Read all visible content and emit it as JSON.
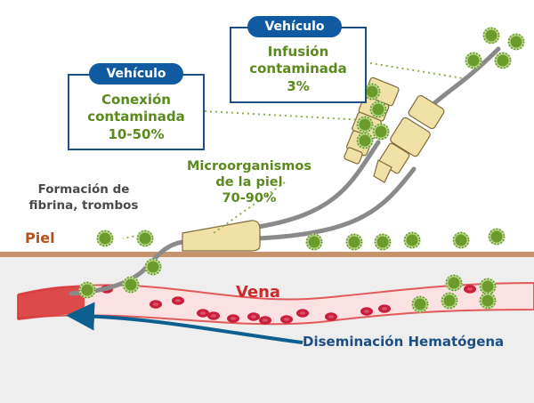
{
  "labels": {
    "vehicle_infusion_tag": "Vehículo",
    "infusion_line1": "Infusión",
    "infusion_line2": "contaminada",
    "infusion_pct": "3%",
    "vehicle_connection_tag": "Vehículo",
    "connection_line1": "Conexión",
    "connection_line2": "contaminada",
    "connection_pct": "10-50%",
    "skin_micro_line1": "Microorganismos",
    "skin_micro_line2": "de la piel",
    "skin_micro_pct": "70-90%",
    "fibrin_line1": "Formación de",
    "fibrin_line2": "fibrina, trombos",
    "skin": "Piel",
    "vein": "Vena",
    "dissemination": "Diseminación Hematógena"
  },
  "colors": {
    "skin_line": "#c8926a",
    "tissue": "#eeeeee",
    "vein_wall": "#e15a5a",
    "vein_fill": "#fbe1e1",
    "blood_cell": "#c8203a",
    "microbe": "#6b9b2a",
    "microbe_halo": "#b7d78a",
    "catheter_tube": "#8a8a8a",
    "hub": "#f1e1a6",
    "box_border": "#1c4f86",
    "tag_bg": "#0f5aa0",
    "green_text": "#5a8a1e",
    "dissemination_text": "#1c4f86",
    "arrow": "#0d5f8f",
    "skin_text": "#b4531d",
    "vein_text": "#cc2b2b"
  },
  "icons": [
    "microbe-icon",
    "blood-cell-icon",
    "catheter-hub-icon",
    "syringe-connector-icon",
    "arrow-icon"
  ]
}
